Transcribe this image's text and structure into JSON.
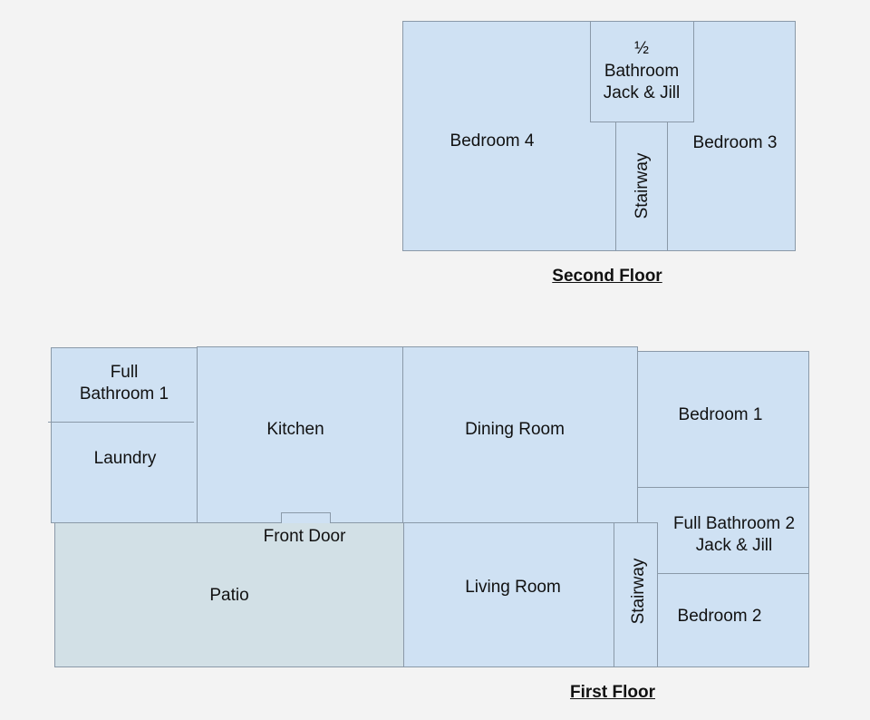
{
  "second_floor": {
    "title": "Second Floor",
    "rooms": {
      "bedroom4": "Bedroom 4",
      "half_bath_line1": "½",
      "half_bath_line2": "Bathroom",
      "half_bath_line3": "Jack & Jill",
      "stairway": "Stairway",
      "bedroom3": "Bedroom 3"
    }
  },
  "first_floor": {
    "title": "First Floor",
    "rooms": {
      "full_bath1_line1": "Full",
      "full_bath1_line2": "Bathroom 1",
      "laundry": "Laundry",
      "kitchen": "Kitchen",
      "dining_room": "Dining Room",
      "bedroom1": "Bedroom 1",
      "full_bath2_line1": "Full Bathroom 2",
      "full_bath2_line2": "Jack & Jill",
      "front_door": "Front Door",
      "patio": "Patio",
      "living_room": "Living Room",
      "stairway": "Stairway",
      "bedroom2": "Bedroom 2"
    }
  },
  "colors": {
    "room_fill": "#cfe1f3",
    "patio_fill": "#d2e0e6",
    "wall": "#8a99a8",
    "background": "#f3f3f3"
  }
}
